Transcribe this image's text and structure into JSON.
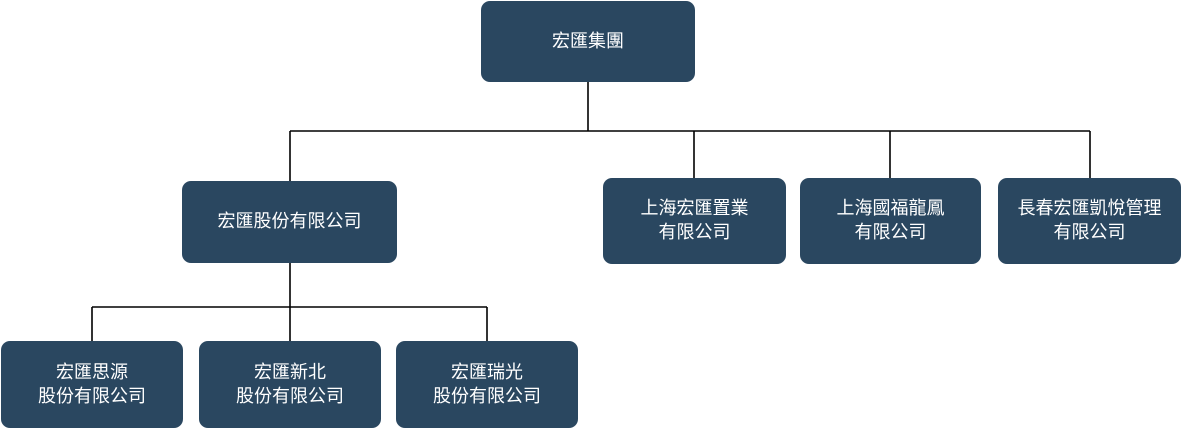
{
  "org_chart": {
    "root": {
      "label": "宏匯集團"
    },
    "level1": [
      {
        "id": "gufen",
        "lines": [
          "宏匯股份有限公司"
        ]
      },
      {
        "id": "shanghai_zhiye",
        "lines": [
          "上海宏匯置業",
          "有限公司"
        ]
      },
      {
        "id": "shanghai_guofu",
        "lines": [
          "上海國福龍鳳",
          "有限公司"
        ]
      },
      {
        "id": "changchun_guanli",
        "lines": [
          "長春宏匯凱悅管理",
          "有限公司"
        ]
      }
    ],
    "level2": [
      {
        "id": "siyuan",
        "lines": [
          "宏匯思源",
          "股份有限公司"
        ]
      },
      {
        "id": "xinbei",
        "lines": [
          "宏匯新北",
          "股份有限公司"
        ]
      },
      {
        "id": "ruiguang",
        "lines": [
          "宏匯瑞光",
          "股份有限公司"
        ]
      }
    ]
  }
}
